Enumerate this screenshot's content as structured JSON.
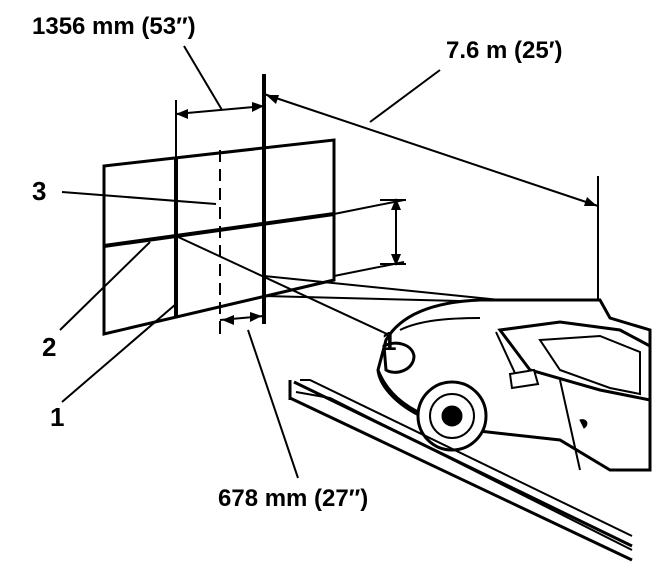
{
  "dimensions": {
    "top_left": "1356 mm (53″)",
    "top_right": "7.6 m (25′)",
    "bottom": "678 mm (27″)"
  },
  "callouts": {
    "one_a": "1",
    "one_b": "1",
    "two": "2",
    "three": "3"
  },
  "colors": {
    "ink": "#000000",
    "paper": "#ffffff"
  }
}
